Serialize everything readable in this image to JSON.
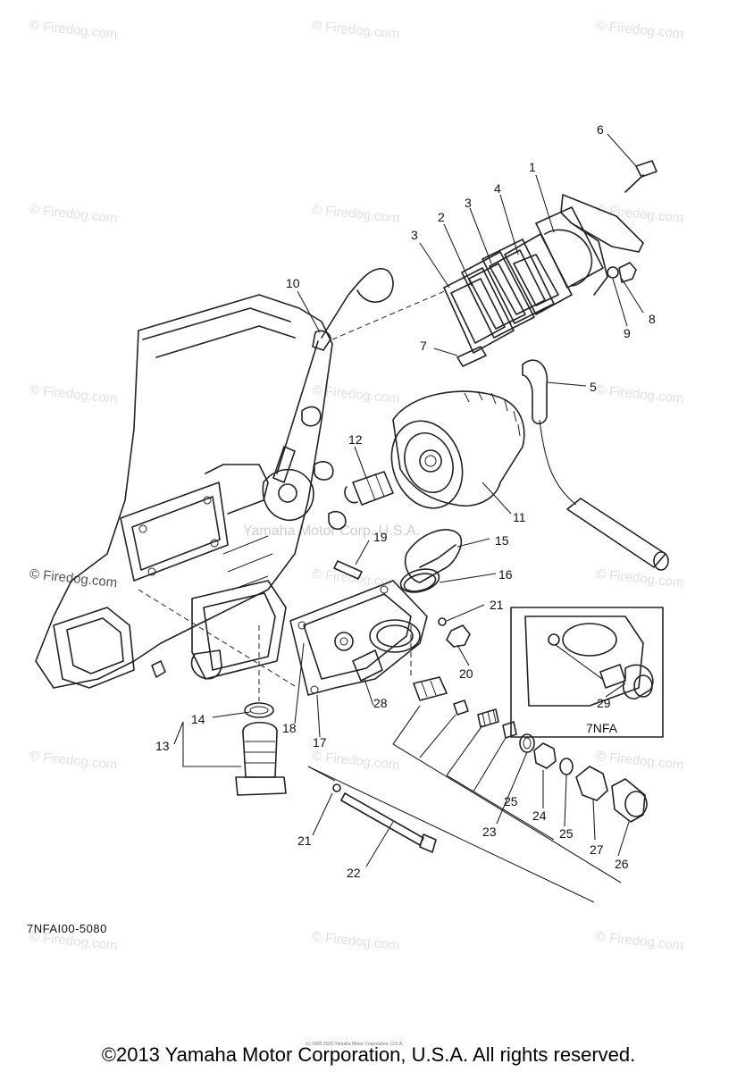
{
  "watermark": "© Firedog.com",
  "center_watermark": "Yamaha Motor Corp. U.S.A.",
  "callouts": {
    "c1": "1",
    "c2": "2",
    "c3a": "3",
    "c3b": "3",
    "c4": "4",
    "c5": "5",
    "c6": "6",
    "c7": "7",
    "c8": "8",
    "c9": "9",
    "c10": "10",
    "c11": "11",
    "c12": "12",
    "c13": "13",
    "c14": "14",
    "c15": "15",
    "c16": "16",
    "c17": "17",
    "c18": "18",
    "c19": "19",
    "c20": "20",
    "c21a": "21",
    "c21b": "21",
    "c22": "22",
    "c23": "23",
    "c24": "24",
    "c25a": "25",
    "c25b": "25",
    "c26": "26",
    "c27": "27",
    "c28": "28",
    "c29": "29"
  },
  "inset_label": "7NFA",
  "diagram_code": "7NFAI00-5080",
  "tiny_credit": "(c) 2005-2016 Yamaha Motor Corporation, U.S.A.",
  "copyright": "©2013 Yamaha Motor Corporation, U.S.A. All rights reserved."
}
